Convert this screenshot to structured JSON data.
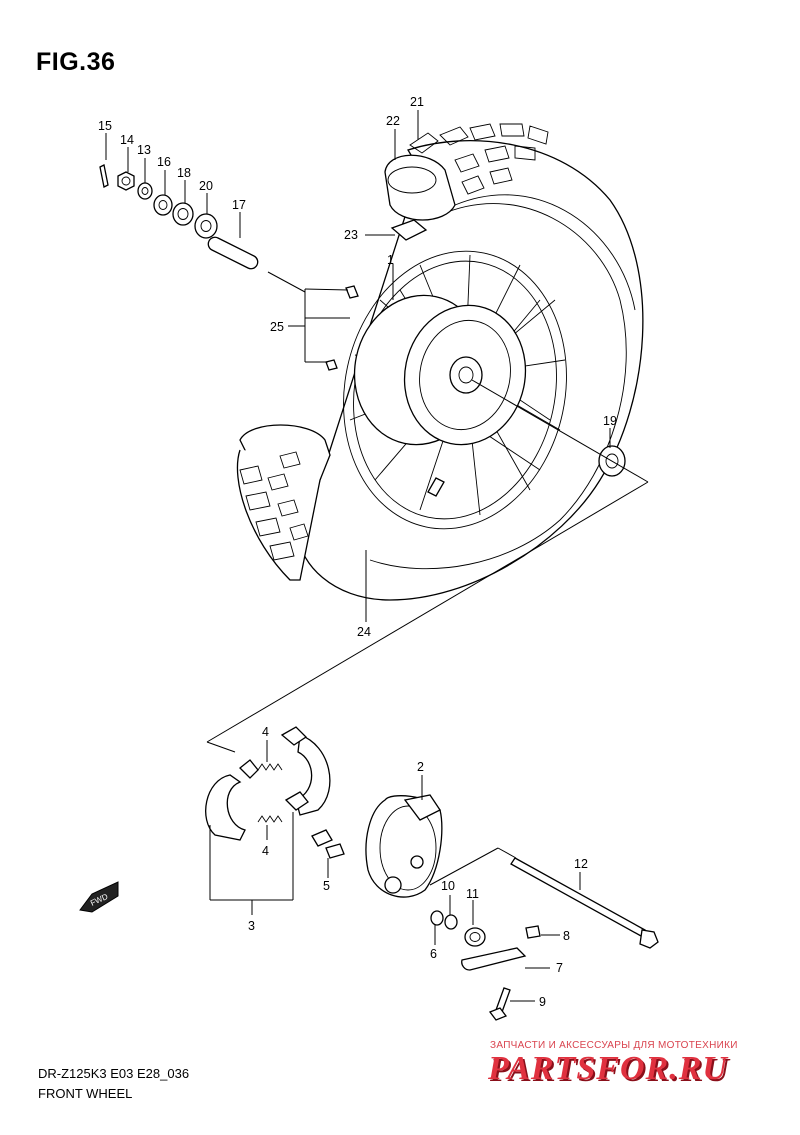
{
  "figure": {
    "title": "FIG.36",
    "model_code": "DR-Z125K3 E03 E28_036",
    "caption": "FRONT WHEEL"
  },
  "callouts": {
    "c1": "1",
    "c2": "2",
    "c3": "3",
    "c4a": "4",
    "c4b": "4",
    "c5": "5",
    "c6": "6",
    "c7": "7",
    "c8": "8",
    "c9": "9",
    "c10": "10",
    "c11": "11",
    "c12": "12",
    "c13": "13",
    "c14": "14",
    "c15": "15",
    "c16": "16",
    "c17": "17",
    "c18": "18",
    "c19": "19",
    "c20": "20",
    "c21": "21",
    "c22": "22",
    "c23": "23",
    "c24": "24",
    "c25": "25"
  },
  "direction_marker": "FWD",
  "watermark": {
    "tagline": "ЗАПЧАСТИ И АКСЕССУАРЫ ДЛЯ МОТОТЕХНИКИ",
    "logo": "PARTSFOR.RU"
  }
}
